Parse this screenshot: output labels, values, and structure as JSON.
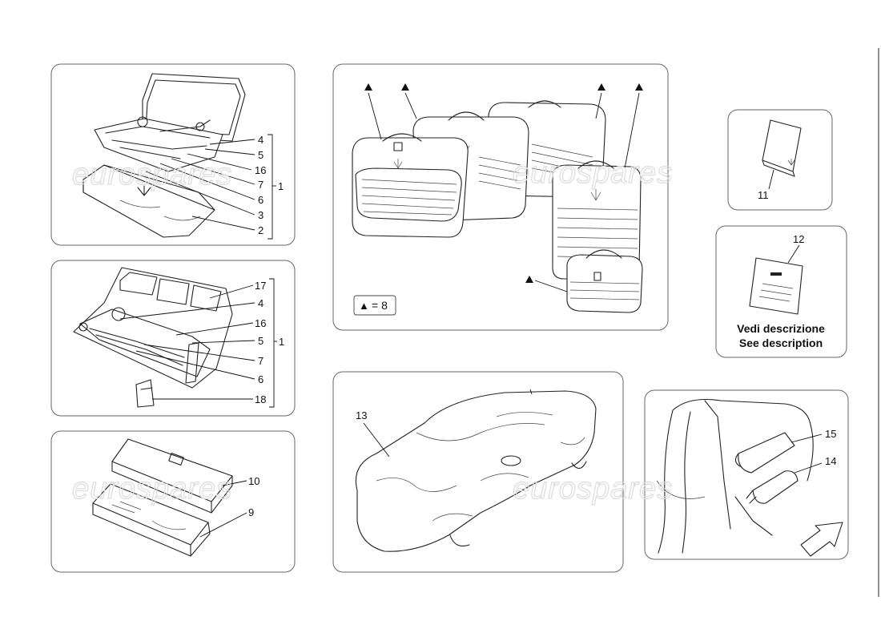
{
  "panels": {
    "toolkit_case": {
      "labels": [
        "4",
        "5",
        "16",
        "7",
        "6",
        "3",
        "2"
      ],
      "group_label": "1"
    },
    "toolkit_tray": {
      "labels": [
        "17",
        "4",
        "16",
        "5",
        "7",
        "6",
        "18"
      ],
      "group_label": "1"
    },
    "bags": {
      "labels": [
        "10",
        "9"
      ]
    },
    "luggage": {
      "legend_symbol": "▲",
      "legend_text": "= 8"
    },
    "car_cover": {
      "label": "13"
    },
    "manual": {
      "label": "11"
    },
    "documentation": {
      "label": "12",
      "desc_line1": "Vedi descrizione",
      "desc_line2": "See description"
    },
    "trunk": {
      "labels": [
        "15",
        "14"
      ]
    }
  },
  "watermark": "eurospares",
  "colors": {
    "line": "#222222",
    "panel_border": "#666666",
    "watermark": "#dcdcdc"
  }
}
